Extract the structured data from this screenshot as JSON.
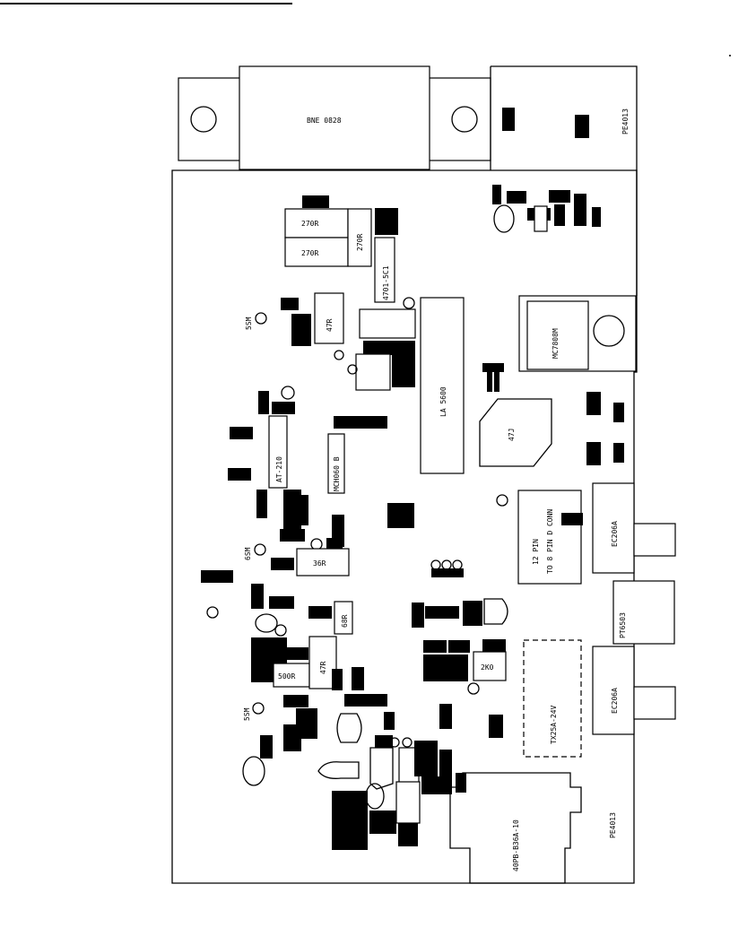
{
  "top_rule": true,
  "labels": {
    "ic_top": "BNE 0828",
    "r270a": "270R",
    "r270b": "270R",
    "r270c": "270R",
    "r4701": "4701-5C1",
    "ic_la": "LA 5600",
    "cap47j": "47J",
    "reg": "MC7808M",
    "pe_top": "PE4013",
    "pe_bot": "PE4013",
    "at": "AT-210",
    "mch": "MCH060 B",
    "r47a": "47R",
    "r47b": "47R",
    "r36": "36R",
    "r68": "68R",
    "r500": "500R",
    "conn12": "12 PIN",
    "conn12b": "TO 8 PIN D CONN",
    "ec_a": "EC206A",
    "ec_b": "EC206A",
    "pt": "PT6503",
    "tx": "TX25A-24V",
    "hdr": "40PB-B36A-10",
    "r2k0": "2K0",
    "ssm_a": "5SM",
    "ssm_b": "6SM",
    "ssm_c": "5SM"
  }
}
